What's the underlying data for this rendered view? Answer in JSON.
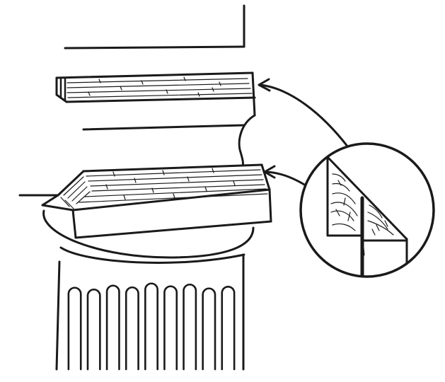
{
  "figure": {
    "labels": [],
    "colors": {
      "ink": "#1a1a1a",
      "paper": "#ffffff"
    },
    "parts": [
      "wall",
      "upper-ledge",
      "cove-molding",
      "lower-capital-block",
      "column-top-disc",
      "fluted-column-shaft",
      "detail-callout-circle",
      "callout-arrows"
    ],
    "column_flute_count": 9
  }
}
